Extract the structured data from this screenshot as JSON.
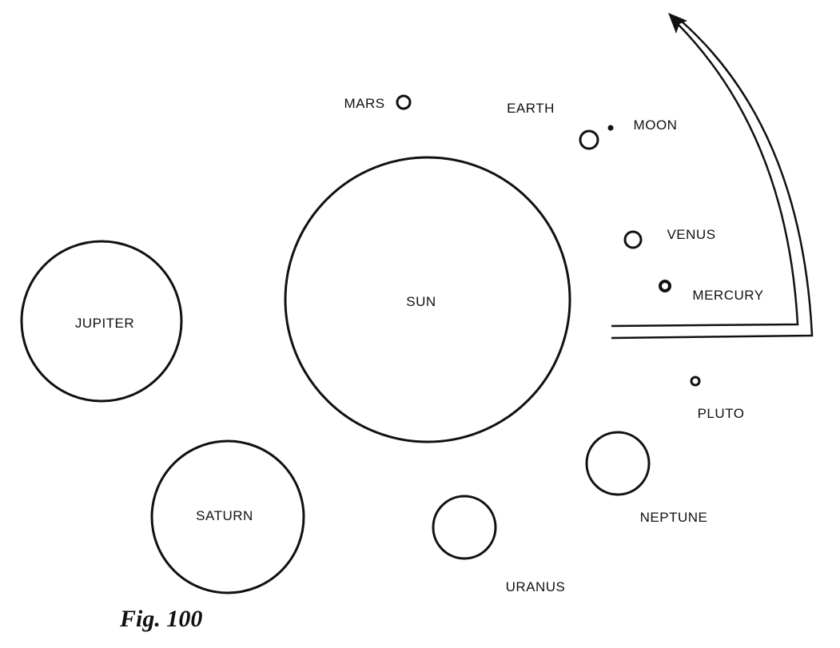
{
  "figure": {
    "caption": "Fig. 100",
    "bodies": {
      "sun": "SUN",
      "mercury": "MERCURY",
      "venus": "VENUS",
      "earth": "EARTH",
      "moon": "MOON",
      "mars": "MARS",
      "jupiter": "JUPITER",
      "saturn": "SATURN",
      "uranus": "URANUS",
      "neptune": "NEPTUNE",
      "pluto": "PLUTO"
    },
    "colors": {
      "ink": "#111111",
      "background": "#ffffff"
    }
  }
}
